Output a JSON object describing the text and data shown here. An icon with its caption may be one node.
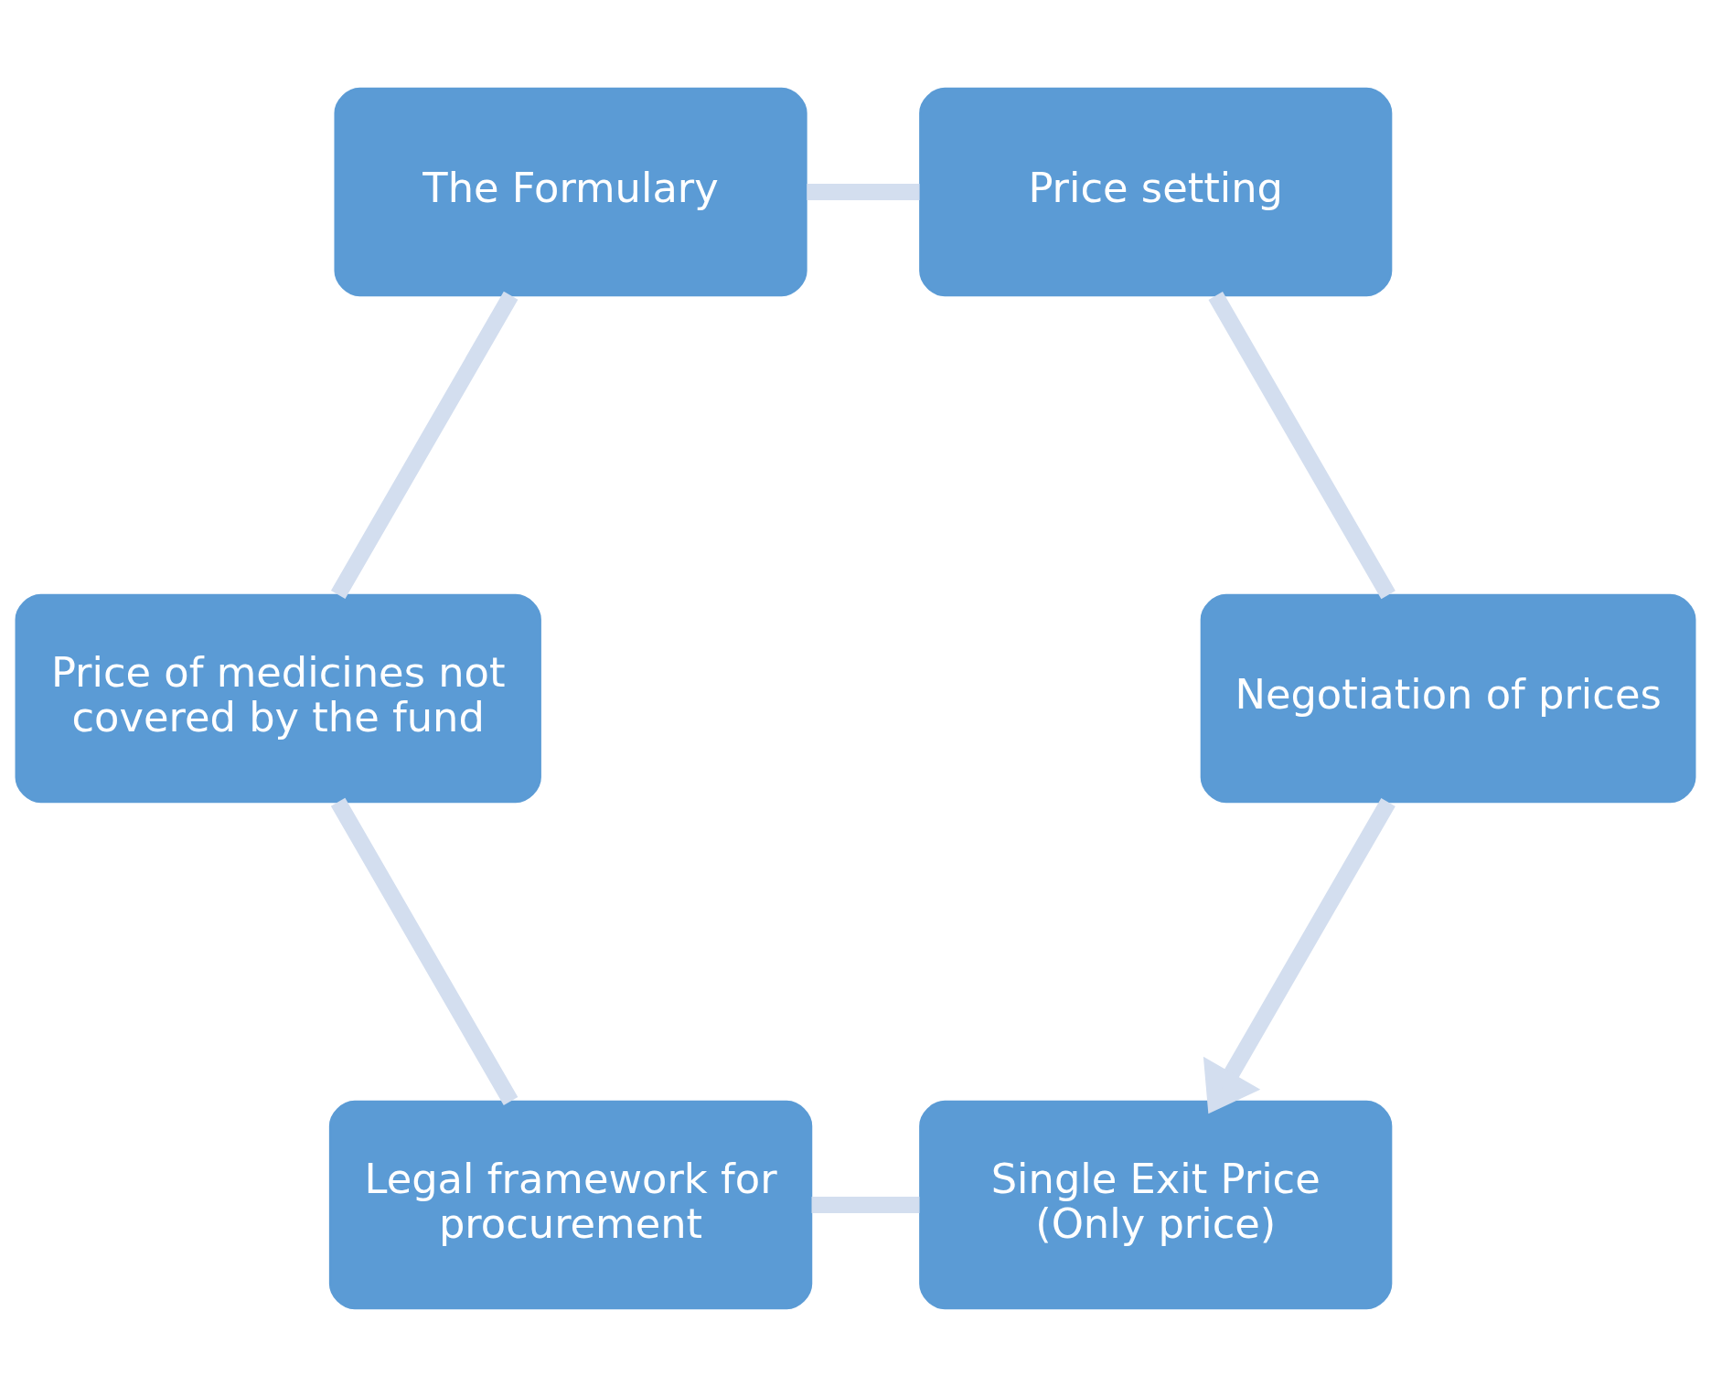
{
  "diagram": {
    "nodes": [
      {
        "text": [
          "Single Exit Price (Only price)"
        ]
      },
      {
        "text": [
          "Legal framework for procurement"
        ]
      },
      {
        "text": [
          "Price of medicines not covered by the fund"
        ]
      },
      {
        "text": [
          "The Formulary"
        ]
      },
      {
        "text": [
          "Price setting"
        ]
      },
      {
        "text": [
          "Negotiation of prices"
        ]
      }
    ],
    "edges": [
      {
        "from": 0,
        "to": 1,
        "arrow": "none"
      },
      {
        "from": 1,
        "to": 2,
        "arrow": "none"
      },
      {
        "from": 2,
        "to": 3,
        "arrow": "none"
      },
      {
        "from": 3,
        "to": 4,
        "arrow": "none"
      },
      {
        "from": 4,
        "to": 5,
        "arrow": "none"
      },
      {
        "from": 5,
        "to": 0,
        "arrow": "to"
      }
    ]
  }
}
